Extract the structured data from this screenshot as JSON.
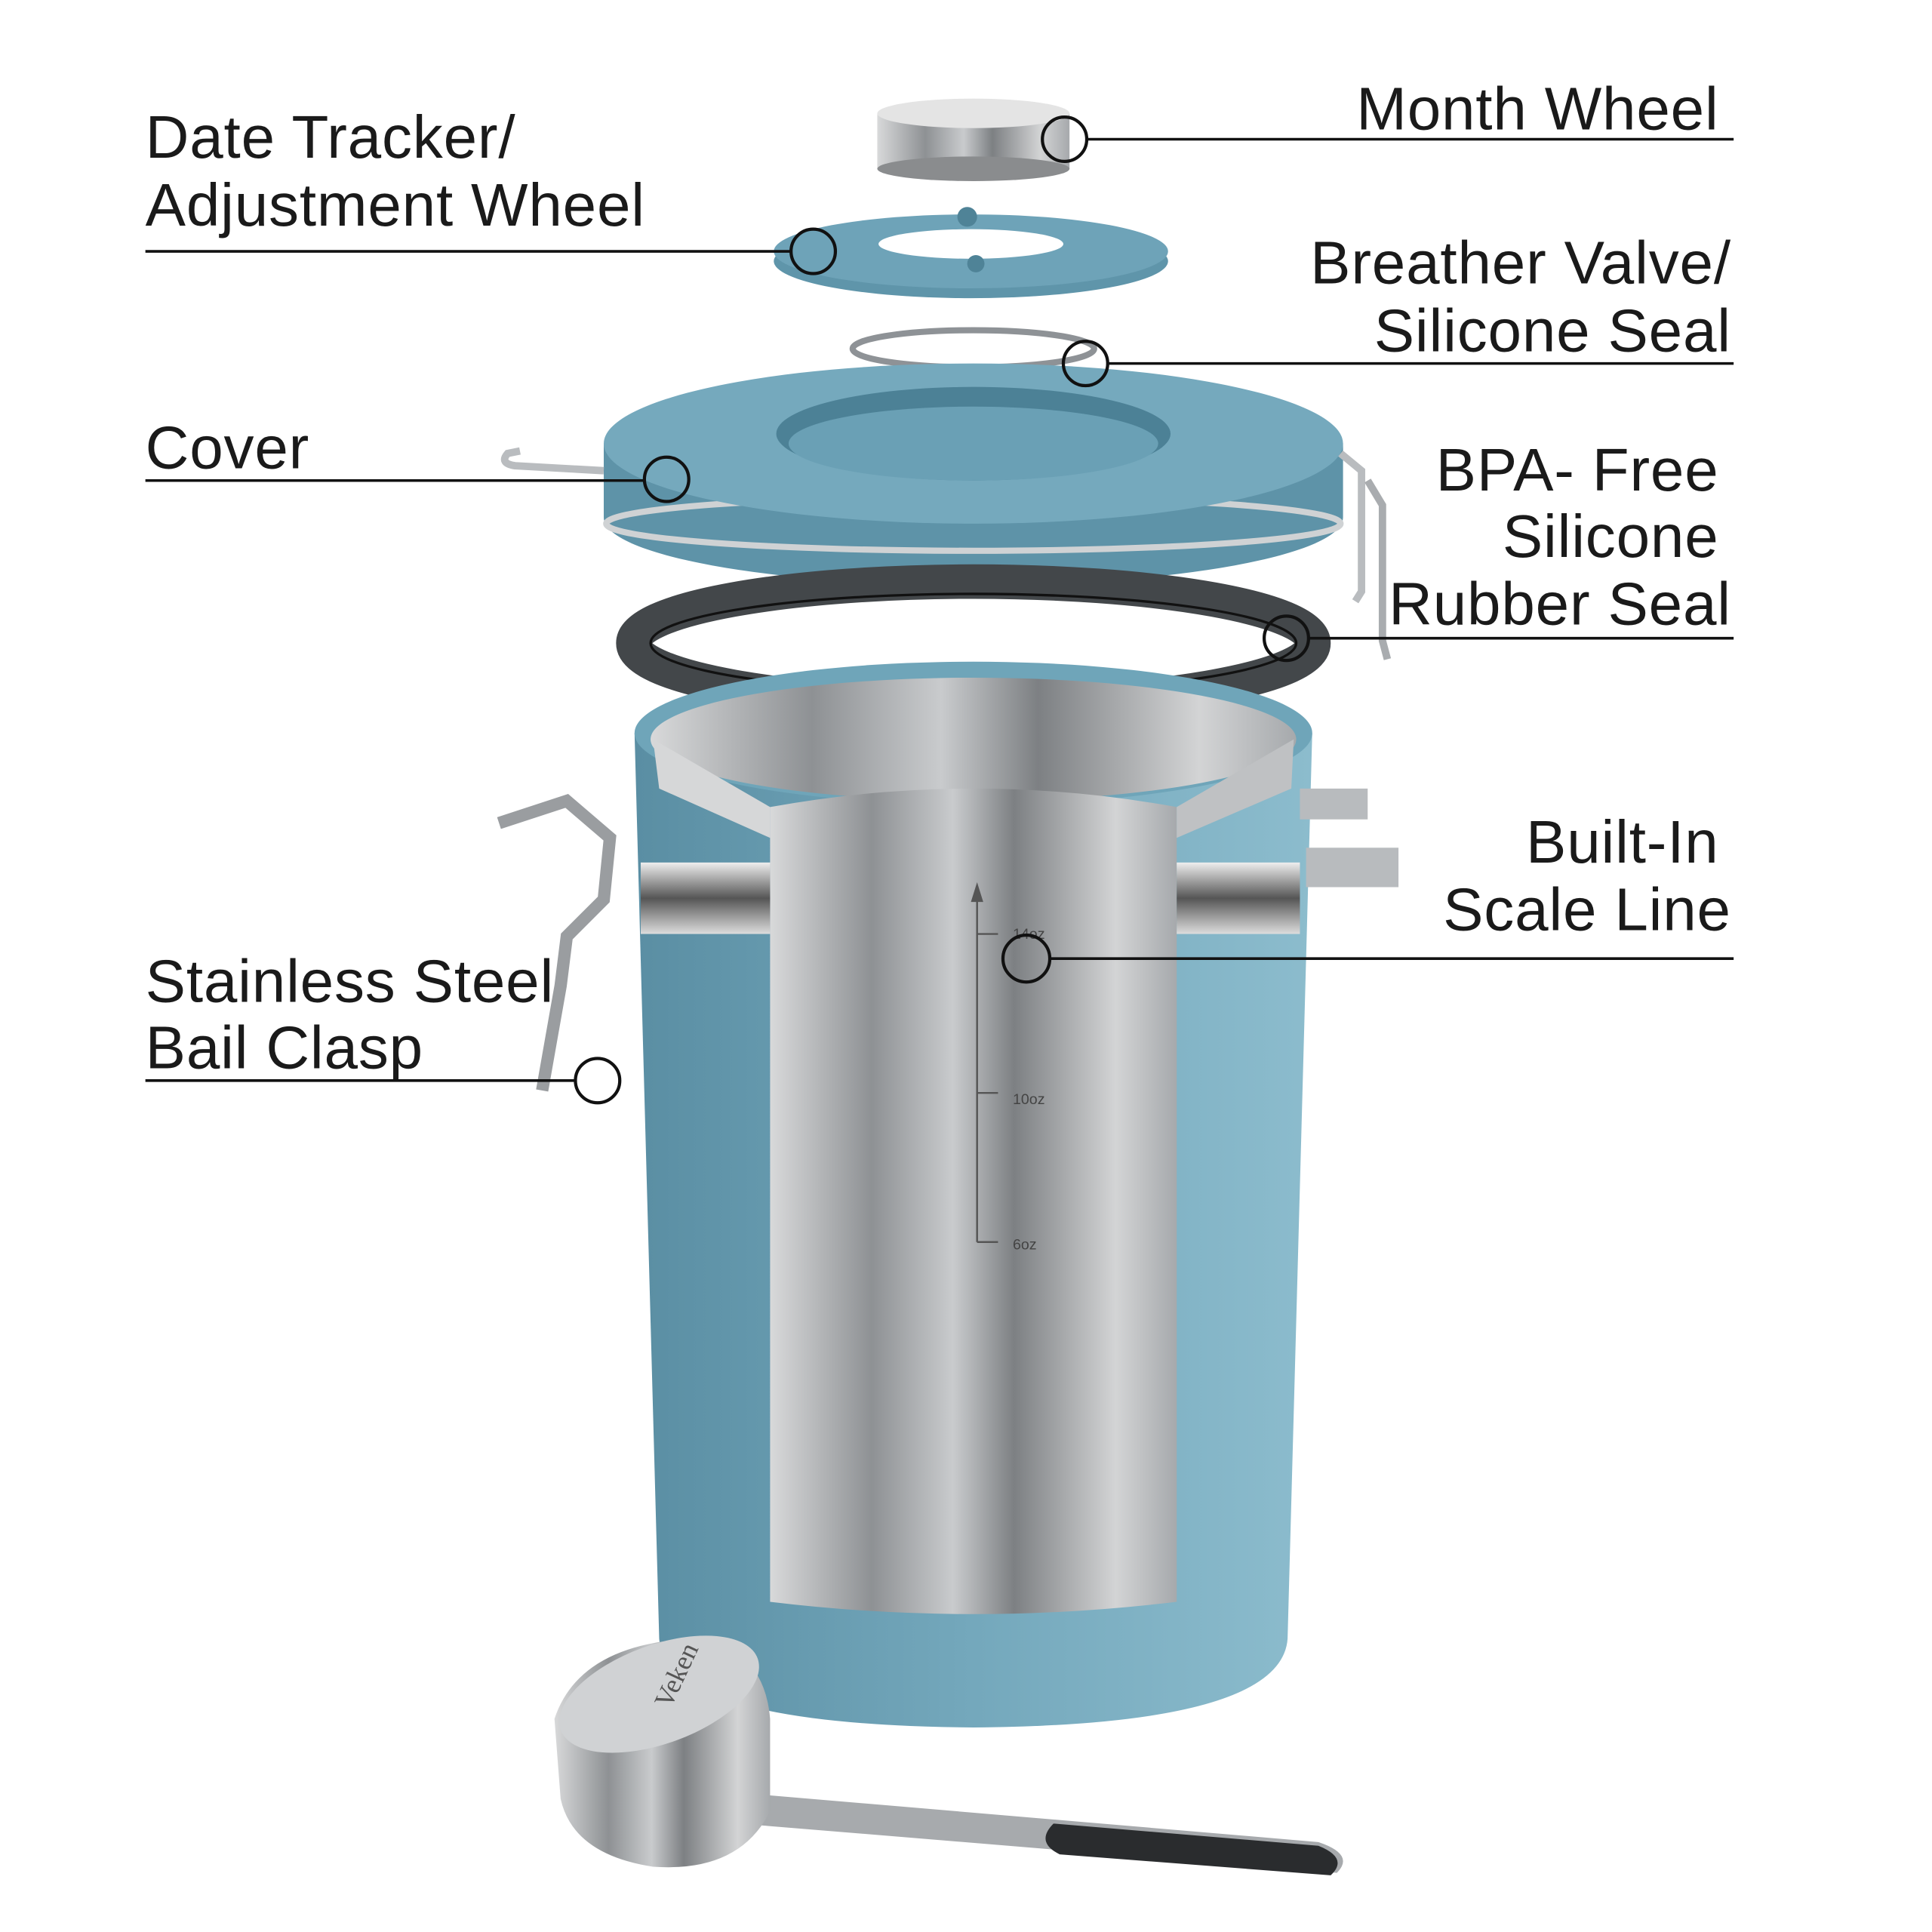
{
  "labels": {
    "date_tracker": [
      "Date Tracker/",
      "Adjustment Wheel"
    ],
    "month_wheel": [
      "Month Wheel"
    ],
    "breather_valve": [
      "Breather Valve/",
      "Silicone Seal"
    ],
    "cover": [
      "Cover"
    ],
    "rubber_seal": [
      "BPA- Free",
      "Silicone",
      "Rubber Seal"
    ],
    "scale_line": [
      "Built-In",
      "Scale Line"
    ],
    "bail_clasp": [
      "Stainless Steel",
      "Bail Clasp"
    ]
  },
  "scale_marks": [
    "14oz",
    "10oz",
    "6oz"
  ],
  "scoop_brand": "Veken",
  "colors": {
    "canister_blue": "#6a9fb4",
    "steel": "#b9bcbf",
    "seal_dark": "#3c3f42",
    "leader_line": "#111111"
  }
}
